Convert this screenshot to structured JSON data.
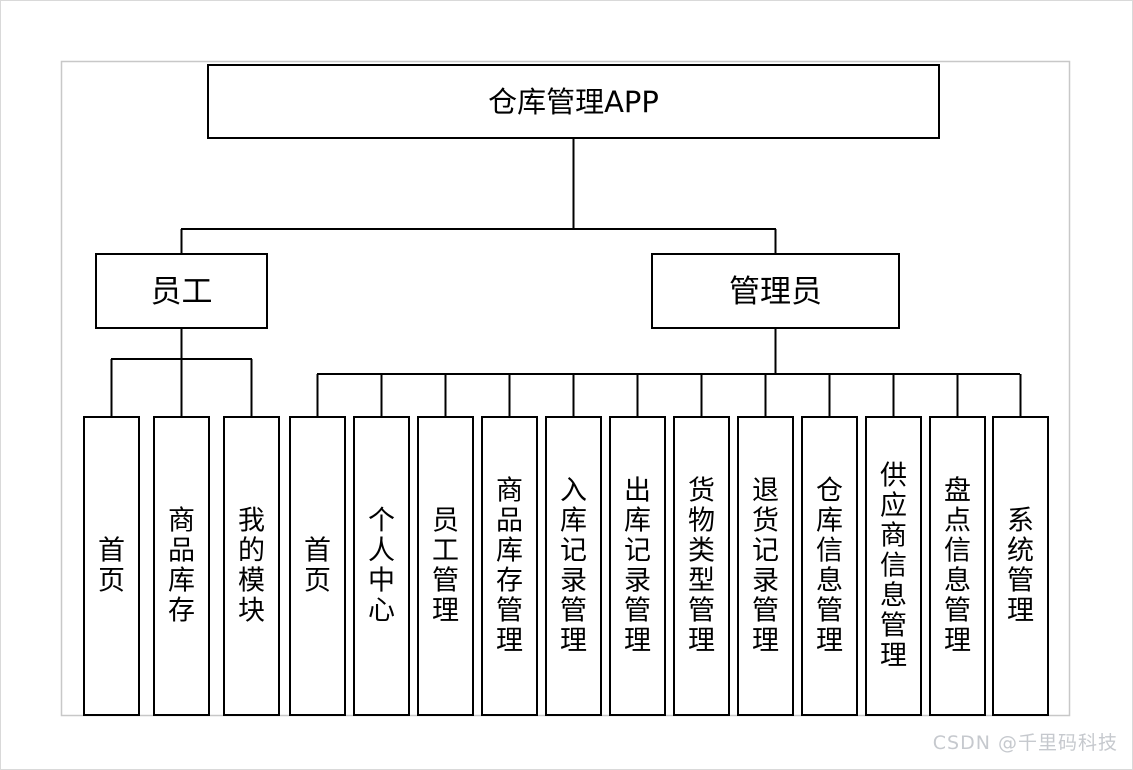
{
  "diagram": {
    "type": "org-chart",
    "title": "仓库管理APP",
    "root": {
      "label": "仓库管理APP"
    },
    "branches": [
      {
        "label": "员工",
        "children": [
          {
            "label": "首页"
          },
          {
            "label": "商品库存"
          },
          {
            "label": "我的模块"
          }
        ]
      },
      {
        "label": "管理员",
        "children": [
          {
            "label": "首页"
          },
          {
            "label": "个人中心"
          },
          {
            "label": "员工管理"
          },
          {
            "label": "商品库存管理"
          },
          {
            "label": "入库记录管理"
          },
          {
            "label": "出库记录管理"
          },
          {
            "label": "货物类型管理"
          },
          {
            "label": "退货记录管理"
          },
          {
            "label": "仓库信息管理"
          },
          {
            "label": "供应商信息管理"
          },
          {
            "label": "盘点信息管理"
          },
          {
            "label": "系统管理"
          }
        ]
      }
    ],
    "colors": {
      "node_stroke": "#000000",
      "node_fill": "#ffffff",
      "frame_stroke": "#c8c8c8",
      "background": "#ffffff",
      "watermark": "#c6c9ce"
    }
  },
  "watermark": {
    "text": "CSDN @千里码科技"
  }
}
